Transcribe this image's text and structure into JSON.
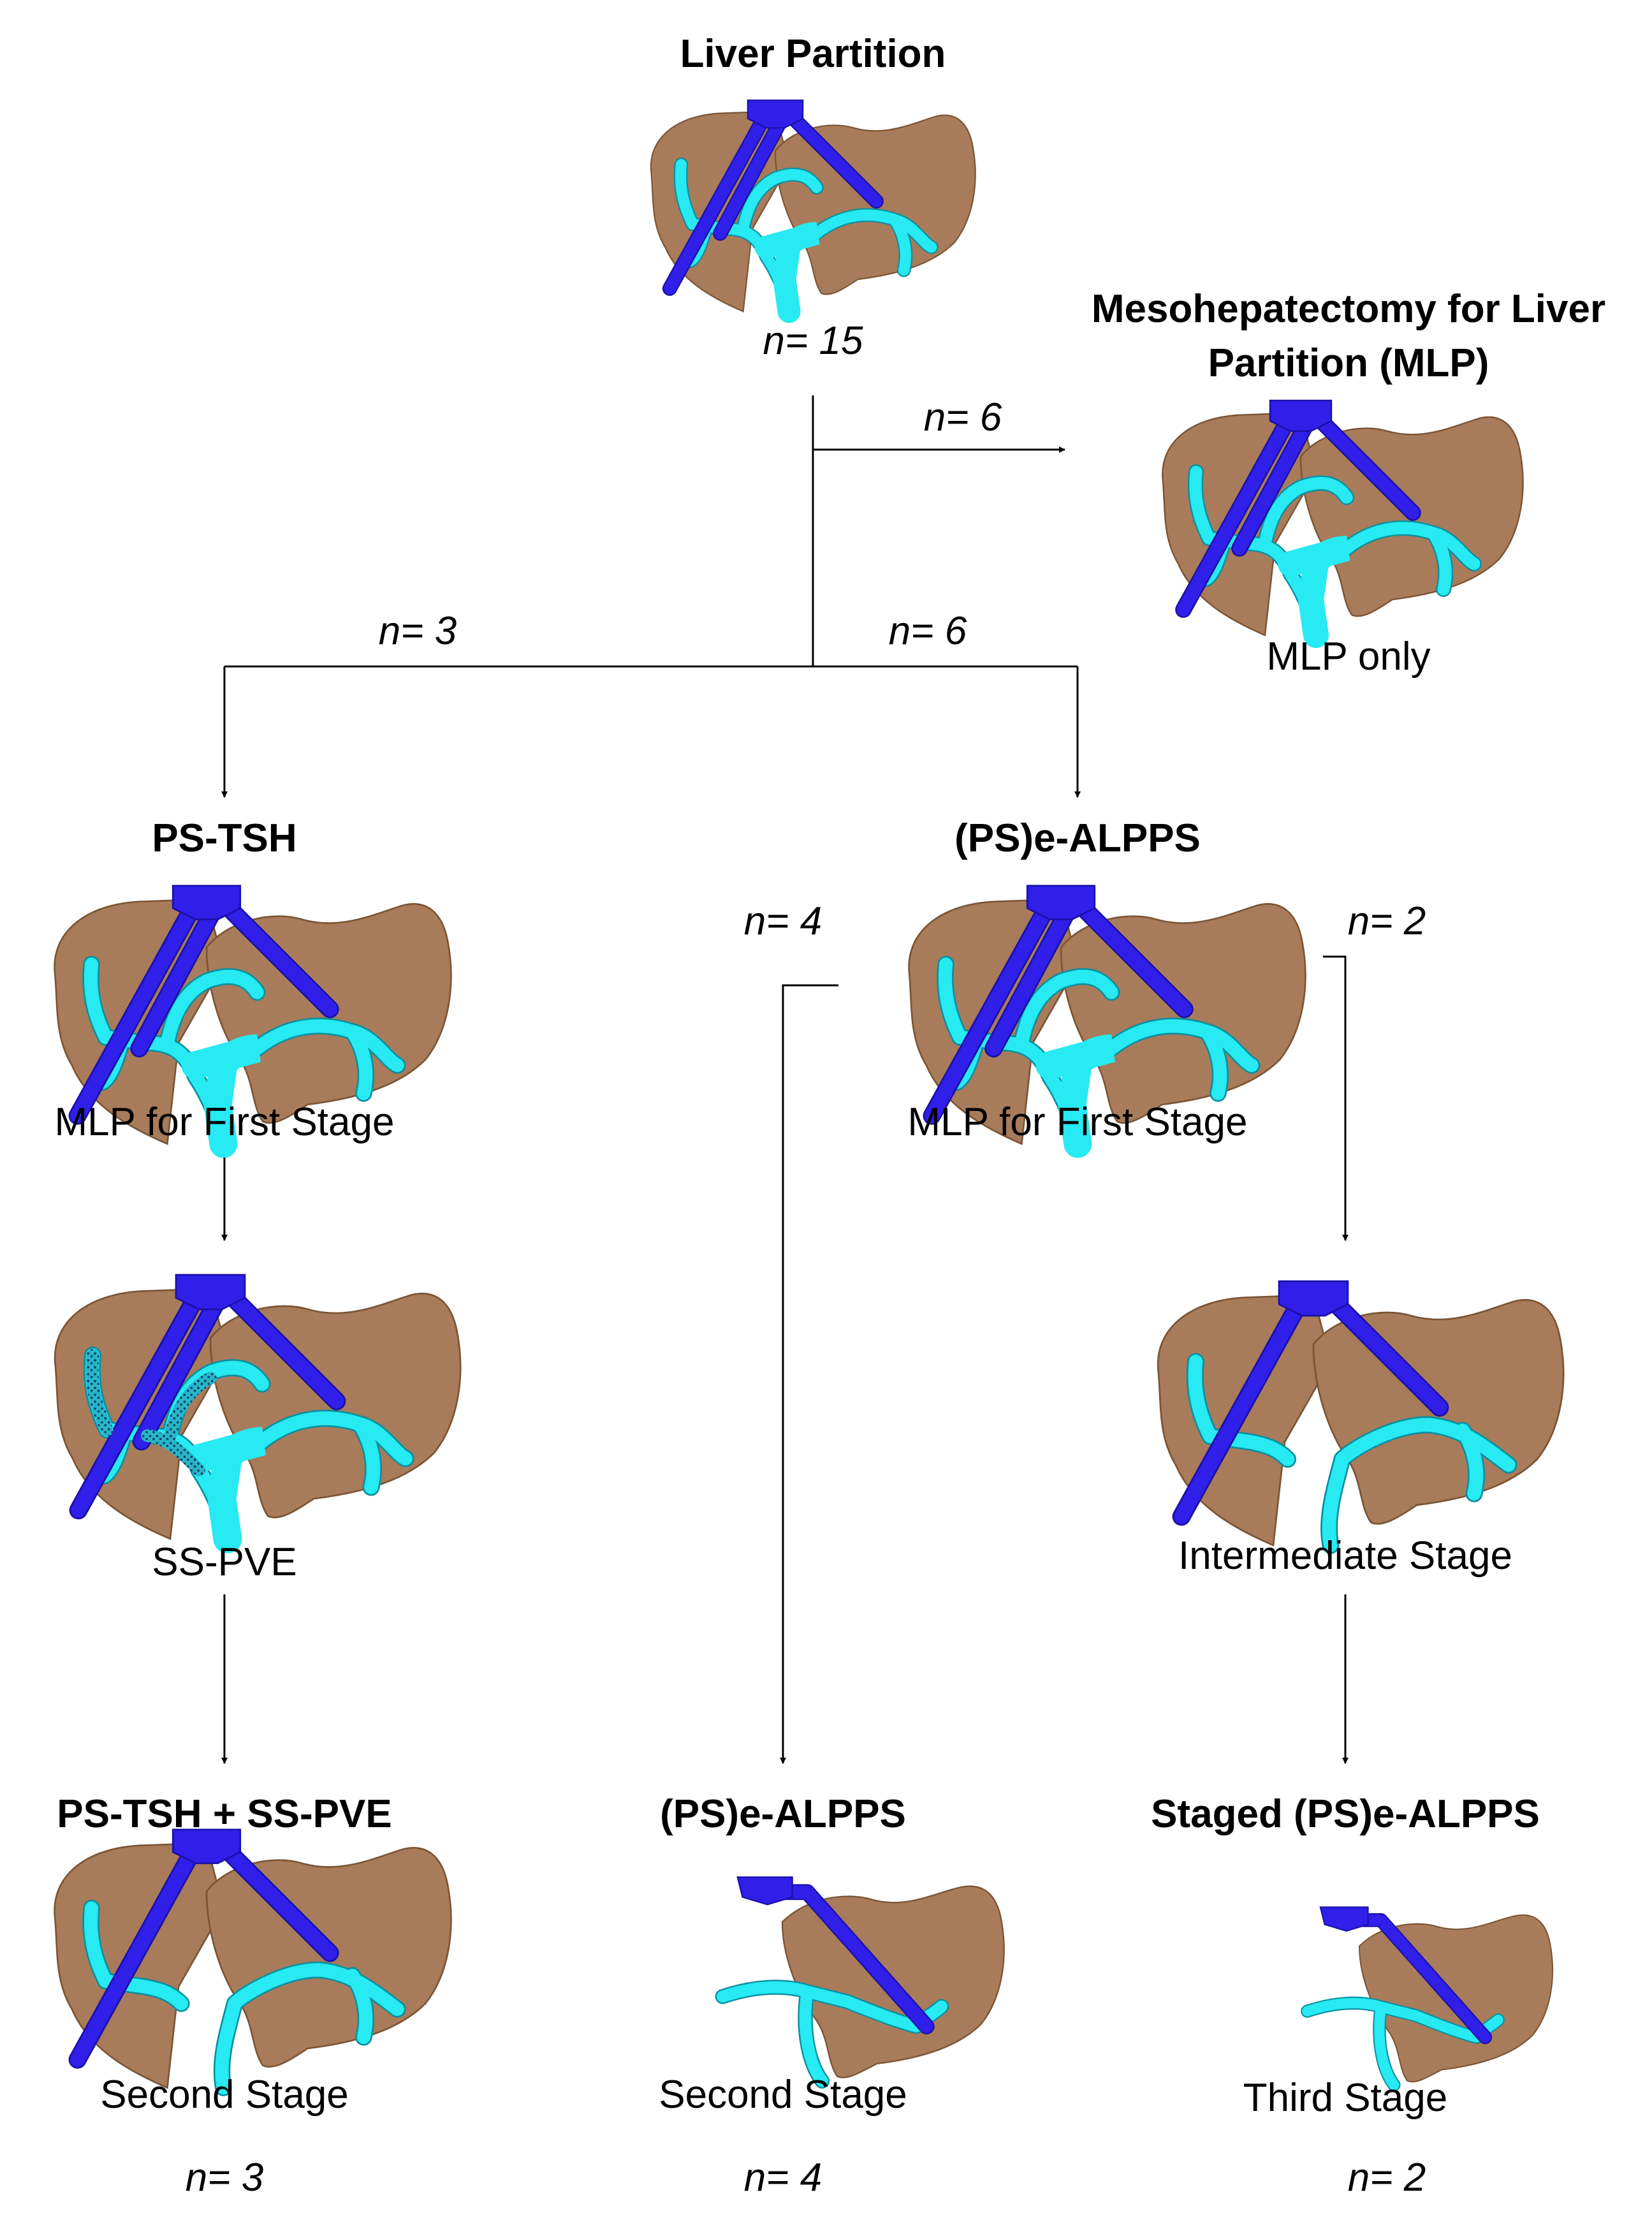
{
  "root": {
    "title": "Liver Partition",
    "n": "n= 15"
  },
  "mlp": {
    "title_line1": "Mesohepatectomy for Liver",
    "title_line2": "Partition (MLP)",
    "subtitle": "MLP only",
    "branch_n": "n= 6"
  },
  "pstsh": {
    "branch_n": "n= 3",
    "title": "PS-TSH",
    "stage1": "MLP for First Stage",
    "stage2": "SS-PVE",
    "final_title": "PS-TSH + SS-PVE",
    "final_stage": "Second Stage",
    "final_n": "n= 3"
  },
  "ealpps": {
    "branch_n": "n= 6",
    "title": "(PS)e-ALPPS",
    "stage1": "MLP for First Stage",
    "left_n": "n= 4",
    "right_n": "n= 2",
    "direct_title": "(PS)e-ALPPS",
    "direct_stage": "Second Stage",
    "direct_n": "n= 4",
    "intermediate": "Intermediate Stage",
    "staged_title": "Staged (PS)e-ALPPS",
    "staged_stage": "Third Stage",
    "staged_n": "n= 2"
  },
  "colors": {
    "liver": "#a87b5a",
    "hepatic_vein": "#2f1fe8",
    "portal_vein": "#27eaf2",
    "line": "#000000"
  }
}
